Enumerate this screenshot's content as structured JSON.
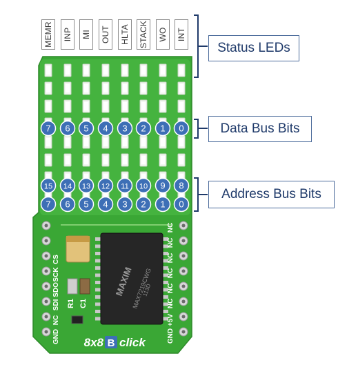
{
  "status_leds": [
    "MEMR",
    "INP",
    "MI",
    "OUT",
    "HLTA",
    "STACK",
    "WO",
    "INT"
  ],
  "callouts": {
    "status": "Status LEDs",
    "data_bus": "Data Bus Bits",
    "address_bus": "Address Bus Bits"
  },
  "data_bus_bits": [
    "7",
    "6",
    "5",
    "4",
    "3",
    "2",
    "1",
    "0"
  ],
  "address_bus_high": [
    "15",
    "14",
    "13",
    "12",
    "11",
    "10",
    "9",
    "8"
  ],
  "address_bus_low": [
    "7",
    "6",
    "5",
    "4",
    "3",
    "2",
    "1",
    "0"
  ],
  "left_pins": [
    "CS",
    "SCK",
    "SDO",
    "SDI",
    "NC",
    "GND"
  ],
  "right_pins": [
    "NC",
    "NC",
    "NC",
    "NC",
    "NC",
    "NC",
    "+5V",
    "GND"
  ],
  "components": {
    "r1": "R1",
    "c1": "C1"
  },
  "chip": {
    "brand": "MAXIM",
    "part": "MAX7219CWG",
    "code": "113D"
  },
  "product": {
    "prefix": "8x8",
    "badge": "B",
    "suffix": "click"
  },
  "colors": {
    "pcb": "#3aa735",
    "pcb_dark": "#2d8a2a",
    "badge_blue": "#3d6fb6",
    "callout_border": "#4a6a9a",
    "bracket": "#1f3a6a"
  }
}
